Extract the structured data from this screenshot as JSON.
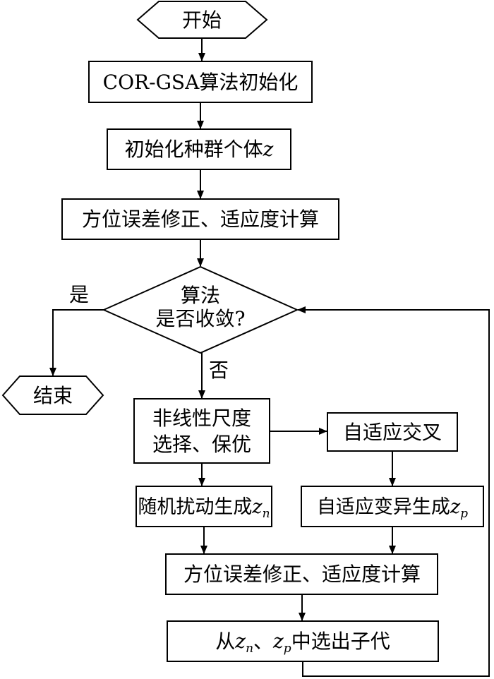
{
  "nodes": {
    "start": "开始",
    "init_alg": "COR-GSA算法初始化",
    "init_pop_text": "初始化种群个体",
    "init_pop_var": "z",
    "correct1": "方位误差修正、适应度计算",
    "decision_line1": "算法",
    "decision_line2": "是否收敛?",
    "end": "结束",
    "select_line1": "非线性尺度",
    "select_line2": "选择、保优",
    "crossover": "自适应交叉",
    "perturb_text": "随机扰动生成",
    "perturb_var": "z",
    "perturb_sub": "n",
    "mutate_text": "自适应变异生成",
    "mutate_var": "z",
    "mutate_sub": "p",
    "correct2": "方位误差修正、适应度计算",
    "offspring_pre": "从",
    "offspring_var1": "z",
    "offspring_sub1": "n",
    "offspring_sep": "、",
    "offspring_var2": "z",
    "offspring_sub2": "p",
    "offspring_post": "中选出子代"
  },
  "edge_labels": {
    "yes": "是",
    "no": "否"
  }
}
